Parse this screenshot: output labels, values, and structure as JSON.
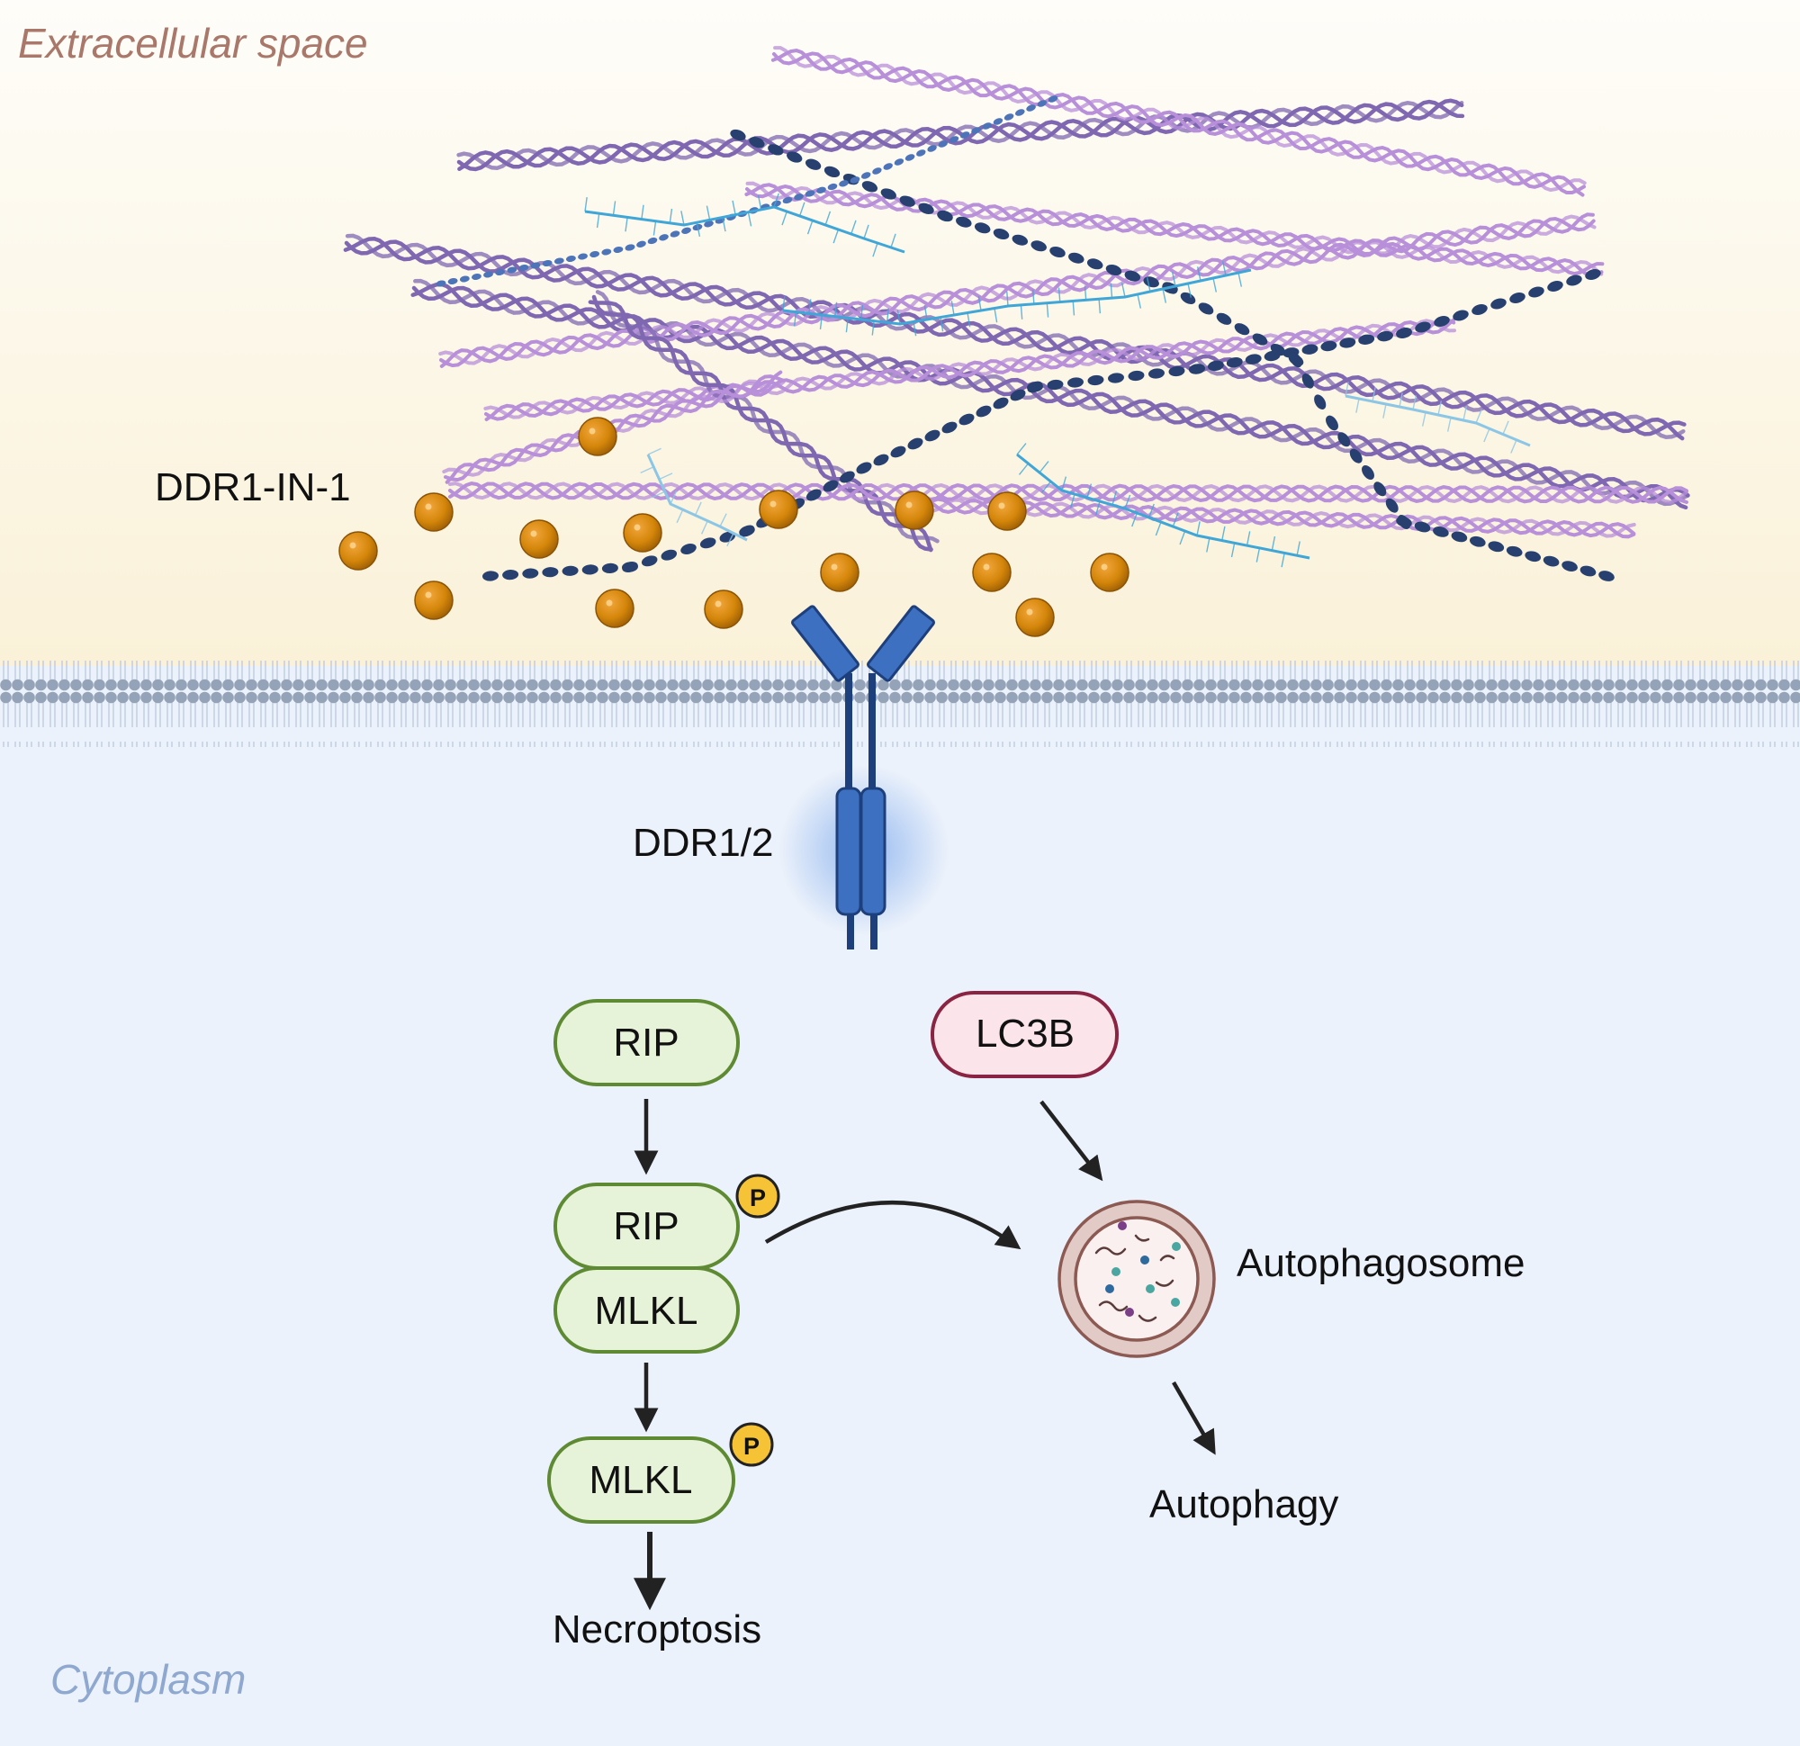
{
  "regions": {
    "extracellular": "Extracellular space",
    "cytoplasm": "Cytoplasm"
  },
  "labels": {
    "inhibitor": "DDR1-IN-1",
    "receptor": "DDR1/2",
    "rip": "RIP",
    "rip_p": "RIP",
    "mlkl": "MLKL",
    "mlkl_p": "MLKL",
    "phospho_1": "P",
    "phospho_2": "P",
    "lc3b": "LC3B",
    "autophagosome": "Autophagosome",
    "autophagy": "Autophagy",
    "necroptosis": "Necroptosis"
  },
  "colors": {
    "extracellular_top": "#fefdf9",
    "extracellular_bottom": "#faf1d8",
    "cytoplasm": "#ecf2fb",
    "membrane": "#95a3b8",
    "receptor": "#3e70c2",
    "receptor_outline": "#1d3f7c",
    "drug": "#d4860a",
    "node_fill": "#e7f3d8",
    "node_stroke": "#5f8a34",
    "lc3b_fill": "#fbe4ea",
    "lc3b_stroke": "#8b2442",
    "phospho": "#f6c337",
    "collagen_dark": "#7f68b1",
    "collagen_light": "#b88fd9",
    "beaded_fiber": "#27406f",
    "glycan": "#3fa6d7"
  }
}
